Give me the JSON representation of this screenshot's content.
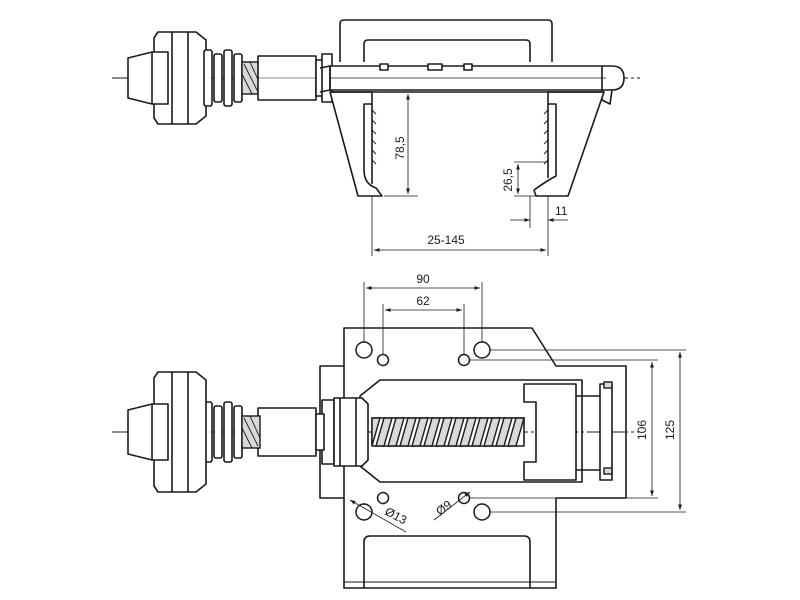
{
  "top_view": {
    "dim_height": "78,5",
    "dim_jaw_step": "26,5",
    "dim_jaw_width": "11",
    "dim_opening": "25-145"
  },
  "plan_view": {
    "dim_outer_holes": "90",
    "dim_inner_holes": "62",
    "dim_inner_spacing": "106",
    "dim_outer_spacing": "125",
    "dim_large_hole": "Ø13",
    "dim_small_hole": "Ø9"
  },
  "colors": {
    "line": "#1a1a1a",
    "background": "#ffffff",
    "fill": "#d9d9d9"
  }
}
